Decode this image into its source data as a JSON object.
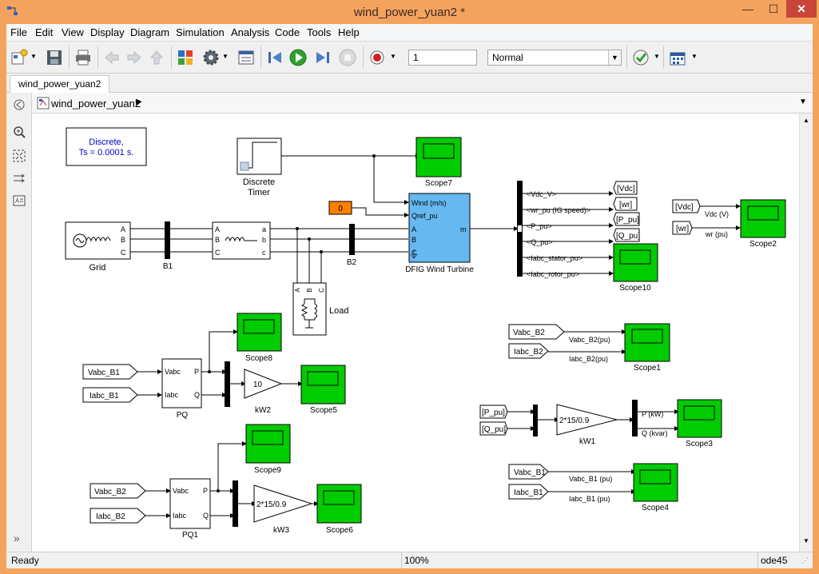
{
  "window": {
    "title": "wind_power_yuan2 *",
    "min": "—",
    "max": "☐",
    "close": "✕"
  },
  "menu": [
    "File",
    "Edit",
    "View",
    "Display",
    "Diagram",
    "Simulation",
    "Analysis",
    "Code",
    "Tools",
    "Help"
  ],
  "toolbar": {
    "stop_time": "1",
    "sim_mode": "Normal"
  },
  "tab": {
    "label": "wind_power_yuan2"
  },
  "breadcrumb": {
    "label": "wind_power_yuan2"
  },
  "status": {
    "left": "Ready",
    "zoom": "100%",
    "solver": "ode45"
  },
  "colors": {
    "scope": "#00cc00",
    "turbine": "#66b8f0",
    "constant": "#ff8000",
    "note_text": "#0000cc"
  },
  "diagram": {
    "powergui": {
      "line1": "Discrete,",
      "line2": "Ts = 0.0001 s."
    },
    "timer": {
      "line1": "Discrete",
      "line2": "Timer"
    },
    "grid": {
      "label": "Grid",
      "ports": [
        "A",
        "B",
        "C"
      ]
    },
    "b1": {
      "label": "B1"
    },
    "line_block": {
      "in": [
        "A",
        "B",
        "C"
      ],
      "out": [
        "a",
        "b",
        "c"
      ]
    },
    "b2": {
      "label": "B2"
    },
    "load": {
      "label": "Load",
      "ports": [
        "A",
        "B",
        "C"
      ]
    },
    "const": {
      "value": "0"
    },
    "turbine": {
      "label": "DFIG Wind Turbine",
      "in": [
        "Wind (m/s)",
        "Qref_pu",
        "A",
        "B",
        "C"
      ],
      "out": "m"
    },
    "bus_signals": [
      "<Vdc_V>",
      "<wr_pu (IG speed)>",
      "<P_pu>",
      "<Q_pu>",
      "<Iabc_stator_pu>",
      "<Iabc_rotor_pu>"
    ],
    "gotos": [
      "[Vdc]",
      "[wr]",
      "[P_pu]",
      "[Q_pu]"
    ],
    "from_vdc": {
      "label": "[Vdc]",
      "signal": "Vdc (V)"
    },
    "from_wr": {
      "label": "[wr]",
      "signal": "wr (pu)"
    },
    "from_p": {
      "label": "[P_pu]"
    },
    "from_q": {
      "label": "[Q_pu]"
    },
    "scope7": "Scope7",
    "scope10": "Scope10",
    "scope2": "Scope2",
    "scope8": "Scope8",
    "scope5": "Scope5",
    "scope9": "Scope9",
    "scope6": "Scope6",
    "scope1": "Scope1",
    "scope3": "Scope3",
    "scope4": "Scope4",
    "pq": {
      "label": "PQ",
      "in": [
        "Vabc",
        "Iabc"
      ],
      "out": [
        "P",
        "Q"
      ]
    },
    "pq1": {
      "label": "PQ1",
      "in": [
        "Vabc",
        "Iabc"
      ],
      "out": [
        "P",
        "Q"
      ]
    },
    "gain_kw2": {
      "value": "10",
      "label": "kW2"
    },
    "gain_kw3": {
      "value": "2*15/0.9",
      "label": "kW3"
    },
    "gain_kw1": {
      "value": "2*15/0.9",
      "label": "kW1"
    },
    "from_vabc_b1": "Vabc_B1",
    "from_iabc_b1": "Iabc_B1",
    "from_vabc_b2": "Vabc_B2",
    "from_iabc_b2": "Iabc_B2",
    "from_vabc_b2_r": "Vabc_B2",
    "from_iabc_b2_r": "Iabc_B2",
    "sig_vabc_b2": "Vabc_B2(pu)",
    "sig_iabc_b2": "Iabc_B2(pu)",
    "sig_p_kw": "P (kW)",
    "sig_q_kvar": "Q (kvar)",
    "from_vabc_b1_r": "Vabc_B1",
    "from_iabc_b1_r": "Iabc_B1",
    "sig_vabc_b1": "Vabc_B1 (pu)",
    "sig_iabc_b1": "Iabc_B1 (pu)"
  }
}
